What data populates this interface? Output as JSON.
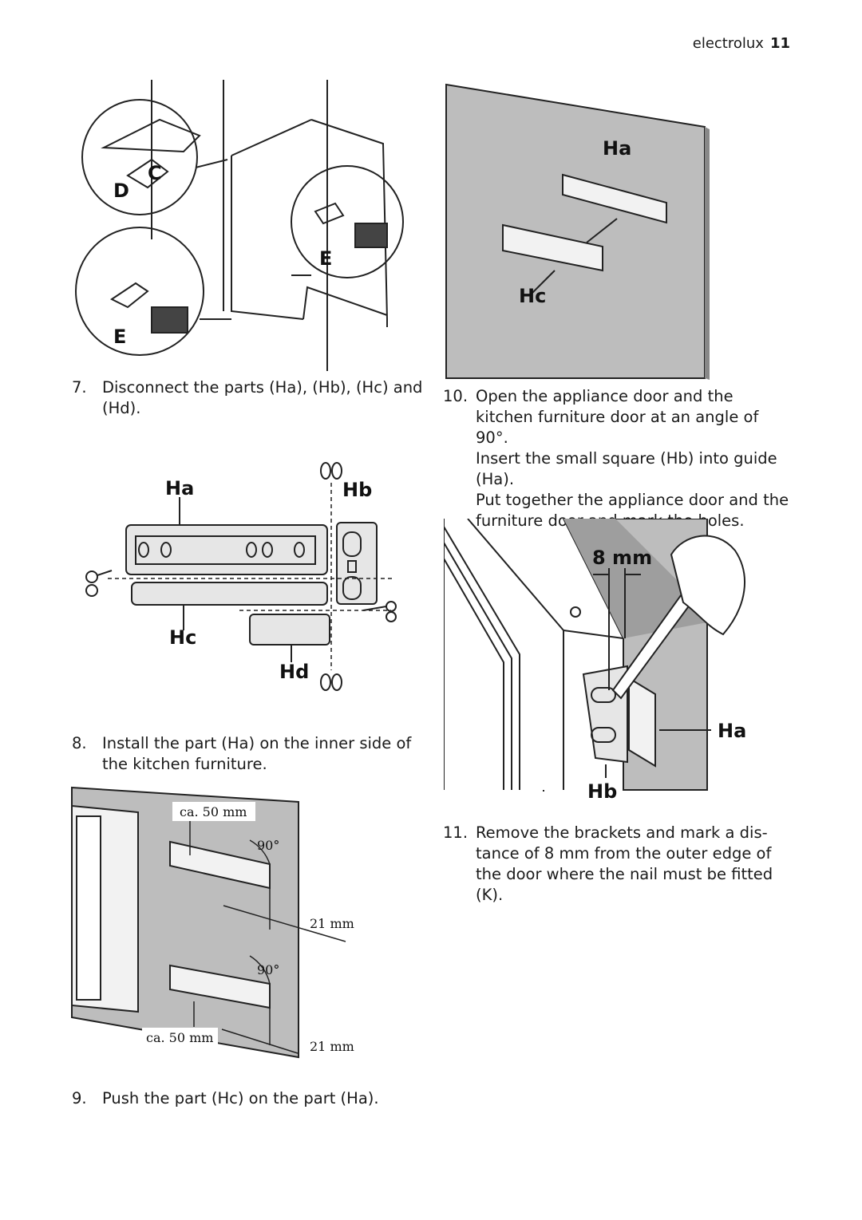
{
  "header": {
    "brand": "electrolux",
    "page_number": "11"
  },
  "steps": [
    {
      "num": "7.",
      "text": "Disconnect the parts (Ha), (Hb), (Hc) and (Hd)."
    },
    {
      "num": "8.",
      "text": "Install the part (Ha) on the inner side of the kitchen furniture."
    },
    {
      "num": "9.",
      "text": "Push the part (Hc) on the part (Ha)."
    },
    {
      "num": "10.",
      "paragraphs": [
        "Open the appliance door and the kitchen furniture door at an angle of 90°.",
        "Insert the small square (Hb) into guide (Ha).",
        "Put together the appliance door and the furniture door and mark the holes."
      ]
    },
    {
      "num": "11.",
      "text": "Remove the brackets and mark a dis- tance of 8 mm from the outer edge of the door where the nail must be fitted (K)."
    }
  ],
  "figures": {
    "fig1": {
      "labels": {
        "c": "C",
        "d": "D",
        "e_top": "E",
        "e_bottom": "E"
      }
    },
    "fig2": {
      "labels": {
        "ha": "Ha",
        "hc": "Hc"
      }
    },
    "fig3": {
      "labels": {
        "ha": "Ha",
        "hb": "Hb",
        "hc": "Hc",
        "hd": "Hd"
      }
    },
    "fig4": {
      "labels": {
        "dist_top": "ca. 50 mm",
        "angle_top": "90°",
        "mm_top": "21 mm",
        "angle_bottom": "90°",
        "dist_bottom": "ca. 50 mm",
        "mm_bottom": "21 mm"
      }
    },
    "fig5": {
      "labels": {
        "mm": "8 mm",
        "ha": "Ha",
        "hb": "Hb"
      }
    }
  }
}
